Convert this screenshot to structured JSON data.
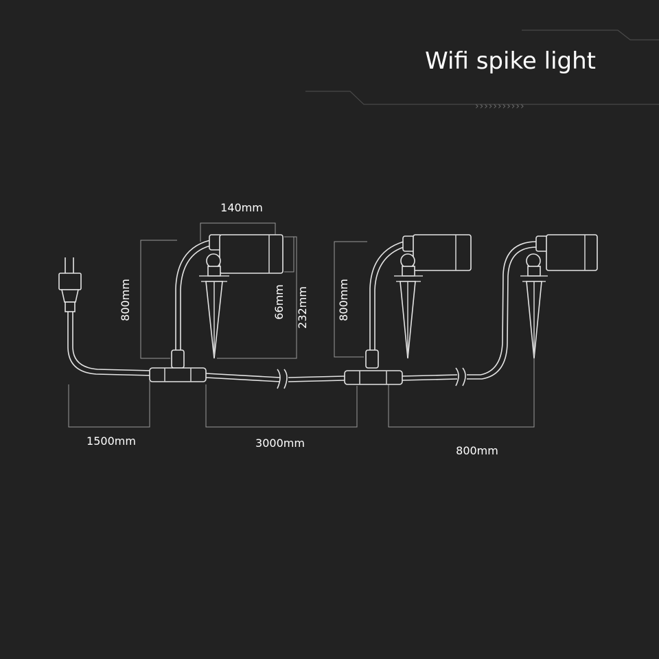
{
  "title": "Wifi spike light",
  "decoration": {
    "chevrons": "›››››››››››"
  },
  "dimensions": {
    "lamp_width": "140mm",
    "lamp_head_height": "66mm",
    "lamp_total_height": "232mm",
    "cable_to_lamp_1": "800mm",
    "cable_to_lamp_2": "800mm",
    "plug_cable": "1500mm",
    "between_connectors": "3000mm",
    "to_last_lamp": "800mm"
  },
  "colors": {
    "background": "#222222",
    "line": "#e4e4e4",
    "dimension_line": "#9a9a9a",
    "text": "#ffffff"
  }
}
